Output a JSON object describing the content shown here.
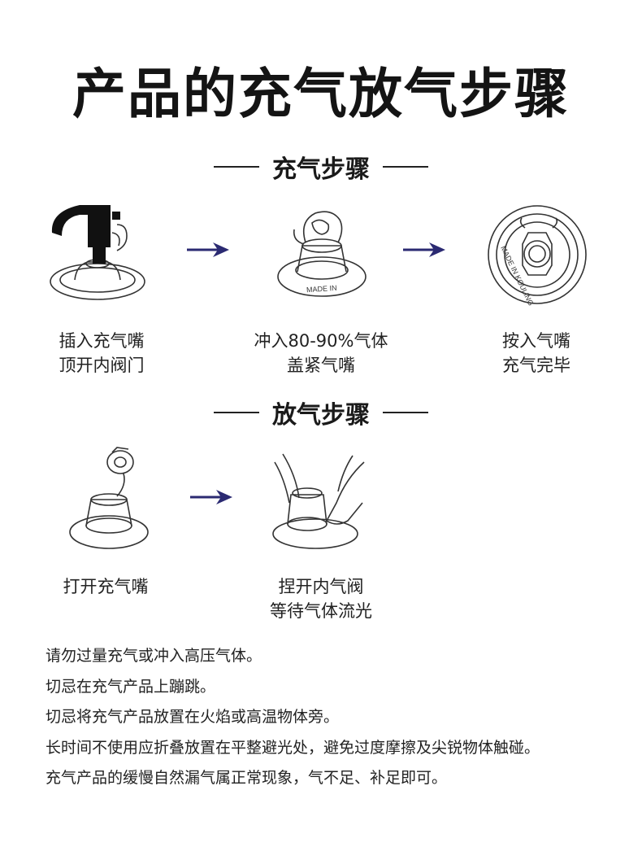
{
  "title": "产品的充气放气步骤",
  "inflate": {
    "heading": "充气步骤",
    "steps": [
      {
        "line1": "插入充气嘴",
        "line2": "顶开内阀门"
      },
      {
        "line1": "冲入80-90%气体",
        "line2": "盖紧气嘴"
      },
      {
        "line1": "按入气嘴",
        "line2": "充气完毕"
      }
    ],
    "ring_text": "MADE IN KOULING"
  },
  "deflate": {
    "heading": "放气步骤",
    "steps": [
      {
        "line1": "打开充气嘴",
        "line2": ""
      },
      {
        "line1": "捏开内气阀",
        "line2": "等待气体流光"
      }
    ]
  },
  "notes": [
    "请勿过量充气或冲入高压气体。",
    "切忌在充气产品上蹦跳。",
    "切忌将充气产品放置在火焰或高温物体旁。",
    "长时间不使用应折叠放置在平整避光处，避免过度摩擦及尖锐物体触碰。",
    "充气产品的缓慢自然漏气属正常现象，气不足、补足即可。"
  ],
  "colors": {
    "arrow": "#2b2a72",
    "text": "#1a1a1a"
  }
}
